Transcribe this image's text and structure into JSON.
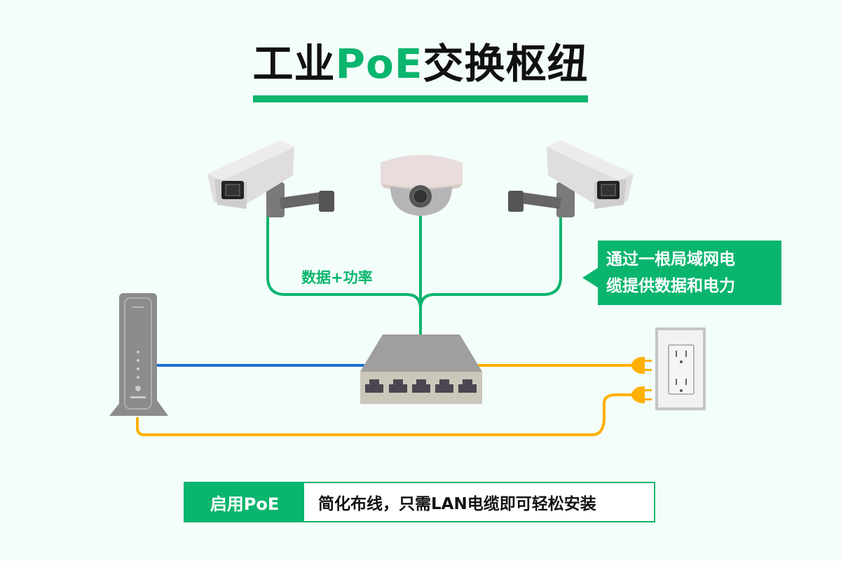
{
  "title": {
    "prefix": "工业",
    "accent": "PoE",
    "suffix": "交换枢纽"
  },
  "link_label": "数据+功率",
  "callout": {
    "line1": "通过一根局域网电",
    "line2": "缆提供数据和电力"
  },
  "banner": {
    "tag": "启用PoE",
    "text": "简化布线，只需LAN电缆即可轻松安装"
  },
  "colors": {
    "accent": "#0ab56e",
    "data_cable": "#1a6fd1",
    "power_cable": "#ffb000",
    "device_gray": "#8c8c8c"
  },
  "devices": {
    "cameras": [
      "bullet-camera-left",
      "dome-camera",
      "bullet-camera-right"
    ],
    "switch_ports": 5,
    "router": "router",
    "outlet": "wall-outlet"
  }
}
